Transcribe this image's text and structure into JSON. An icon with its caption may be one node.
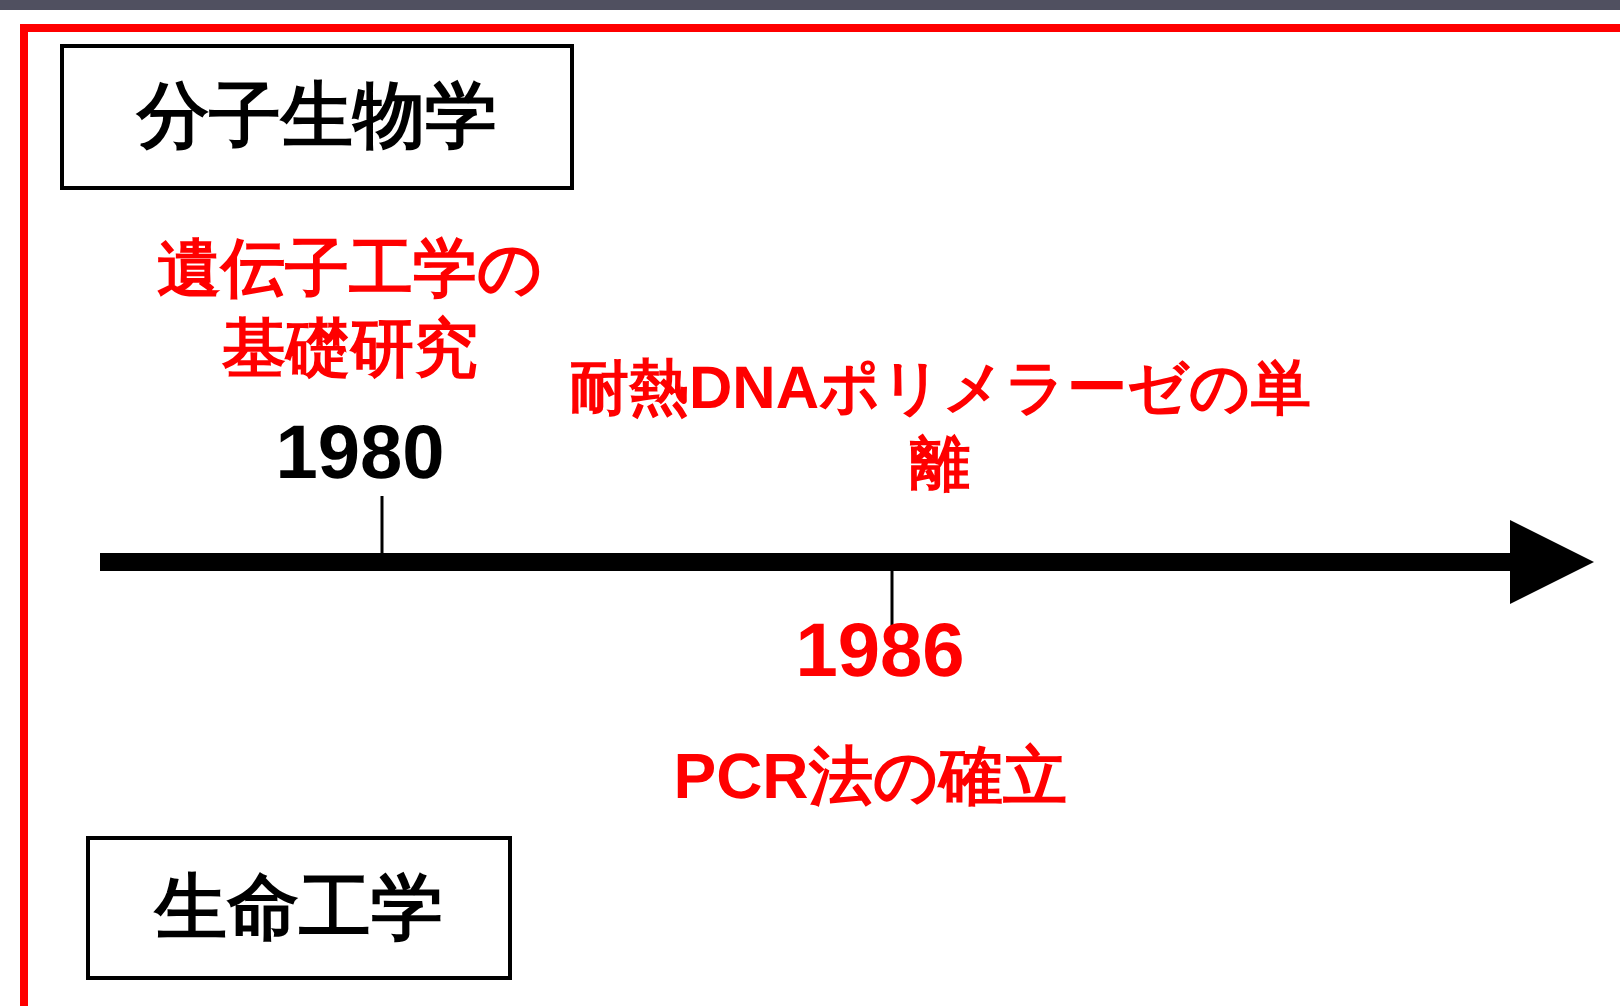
{
  "diagram": {
    "nodes": [
      {
        "text": [
          "分子生物学"
        ]
      },
      {
        "text": [
          "生命工学"
        ]
      }
    ],
    "labels": [
      "遺伝子工学の基礎研究",
      "耐熱DNAポリメラーゼの単離",
      "1980",
      "1986",
      "PCR法の確立"
    ]
  }
}
